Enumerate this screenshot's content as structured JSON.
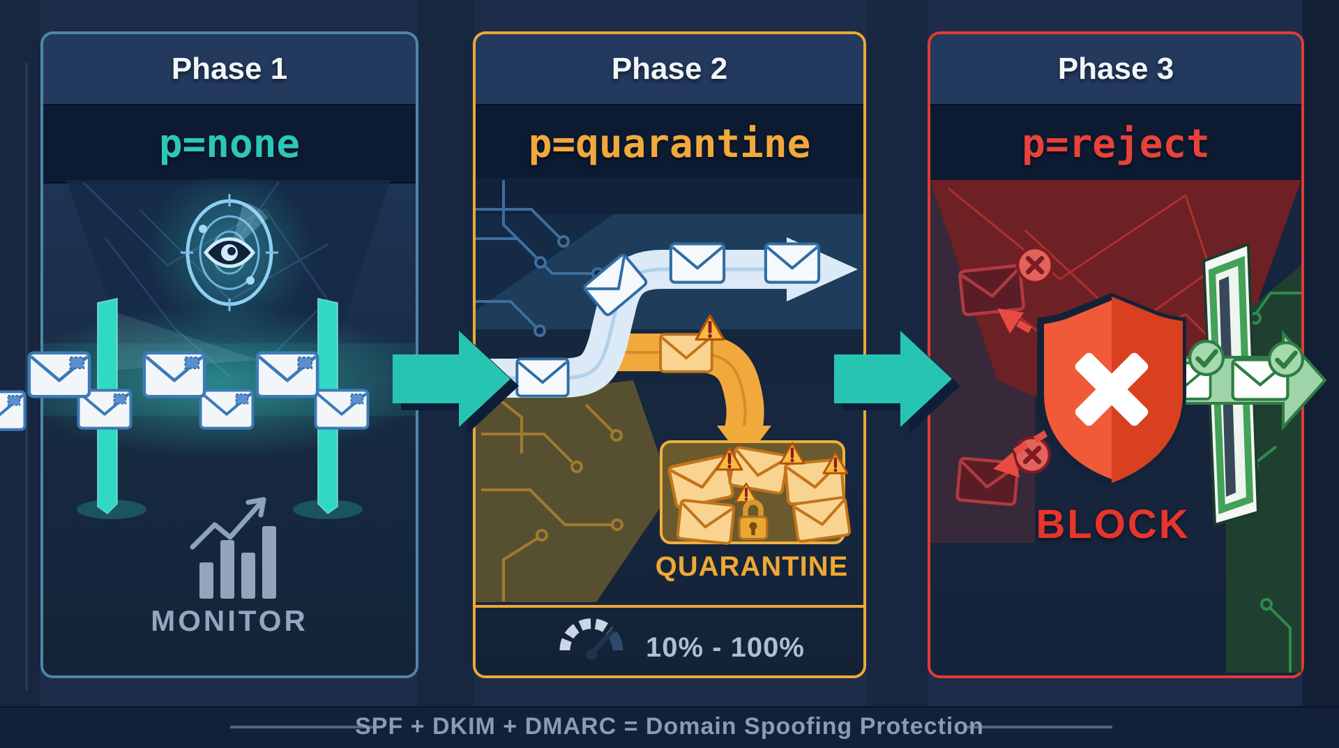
{
  "diagram_title": "DMARC rollout phases infographic",
  "footer": {
    "text": "SPF + DKIM + DMARC = Domain Spoofing Protection",
    "color": "#8a9bb4"
  },
  "phases": [
    {
      "title": "Phase 1",
      "policy": "p=none",
      "policy_color": "#2cc7b9",
      "border_color": "#4e86a6",
      "caption": "MONITOR",
      "caption_color": "#94a7bf",
      "icons": [
        "radar-eye-icon",
        "monitor-gate-icon",
        "envelope-stream",
        "bar-chart-icon"
      ]
    },
    {
      "title": "Phase 2",
      "policy": "p=quarantine",
      "policy_color": "#f2a93c",
      "border_color": "#eca936",
      "caption": "QUARANTINE",
      "caption_color": "#f0a832",
      "rate_label": "10% - 100%",
      "rate_color": "#aebfd2",
      "icons": [
        "delivery-arrow",
        "quarantine-branch-arrow",
        "quarantine-box",
        "warning-triangle-icon",
        "lock-icon",
        "gauge-icon"
      ]
    },
    {
      "title": "Phase 3",
      "policy": "p=reject",
      "policy_color": "#e8423a",
      "border_color": "#e23b33",
      "caption": "BLOCK",
      "caption_color": "#e8352b",
      "icons": [
        "shield-x-icon",
        "x-badge-icon",
        "bounce-arrow-icon",
        "green-gate-icon",
        "check-badge-icon",
        "delivered-arrow"
      ]
    }
  ],
  "flow": {
    "arrow_color": "#28c4b2",
    "arrow_outline": "#0f1e38",
    "mail_path_color": "#dce9f6",
    "quarantine_path_color": "#f2a93c",
    "delivered_path_color": "#9fd4a8"
  }
}
